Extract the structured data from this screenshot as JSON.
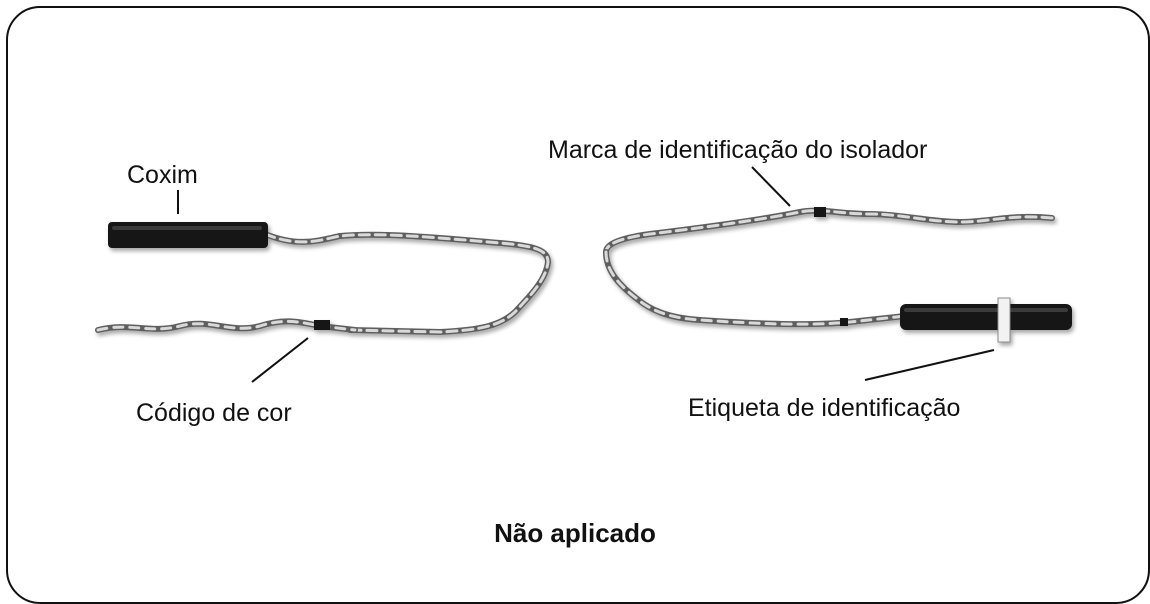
{
  "labels": {
    "pad": "Coxim",
    "color_code": "Código de cor",
    "insulator_mark": "Marca de identificação do isolador",
    "id_tag": "Etiqueta de identificação"
  },
  "caption": "Não aplicado",
  "colors": {
    "line": "#111111",
    "wire_light": "#d9d9d9",
    "wire_dark": "#5f5f5f",
    "sleeve": "#141414",
    "background": "#ffffff"
  }
}
